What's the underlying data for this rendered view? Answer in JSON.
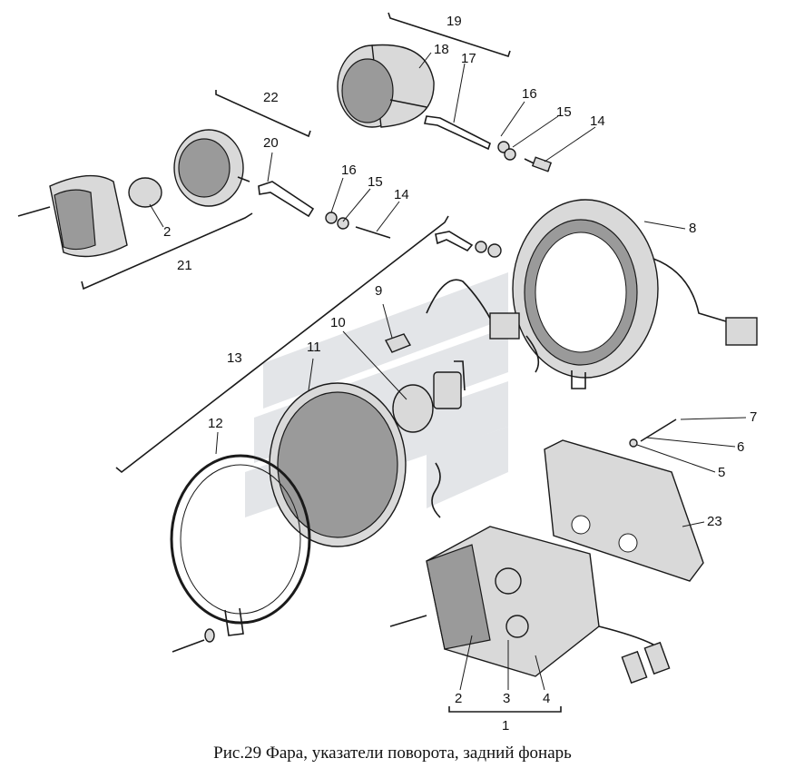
{
  "caption": "Рис.29  Фара, указатели поворота, задний фонарь",
  "callouts": [
    "1",
    "2",
    "3",
    "4",
    "2",
    "5",
    "6",
    "7",
    "8",
    "9",
    "10",
    "11",
    "12",
    "13",
    "14",
    "14",
    "15",
    "15",
    "16",
    "16",
    "17",
    "18",
    "19",
    "20",
    "21",
    "22",
    "23"
  ],
  "labels": {
    "n1": "1",
    "n2a": "2",
    "n2b": "2",
    "n3": "3",
    "n4": "4",
    "n5": "5",
    "n6": "6",
    "n7": "7",
    "n8": "8",
    "n9": "9",
    "n10": "10",
    "n11": "11",
    "n12": "12",
    "n13": "13",
    "n14a": "14",
    "n14b": "14",
    "n15a": "15",
    "n15b": "15",
    "n16a": "16",
    "n16b": "16",
    "n17": "17",
    "n18": "18",
    "n19": "19",
    "n20": "20",
    "n21": "21",
    "n22": "22",
    "n23": "23"
  },
  "parts": [
    "headlight-housing",
    "headlight-lens",
    "headlight-rim",
    "headlight-bulb",
    "parking-bulb",
    "turn-signal-front",
    "turn-signal-rear",
    "tail-light",
    "tail-light-bracket",
    "bolts",
    "nuts",
    "washers",
    "wires"
  ]
}
